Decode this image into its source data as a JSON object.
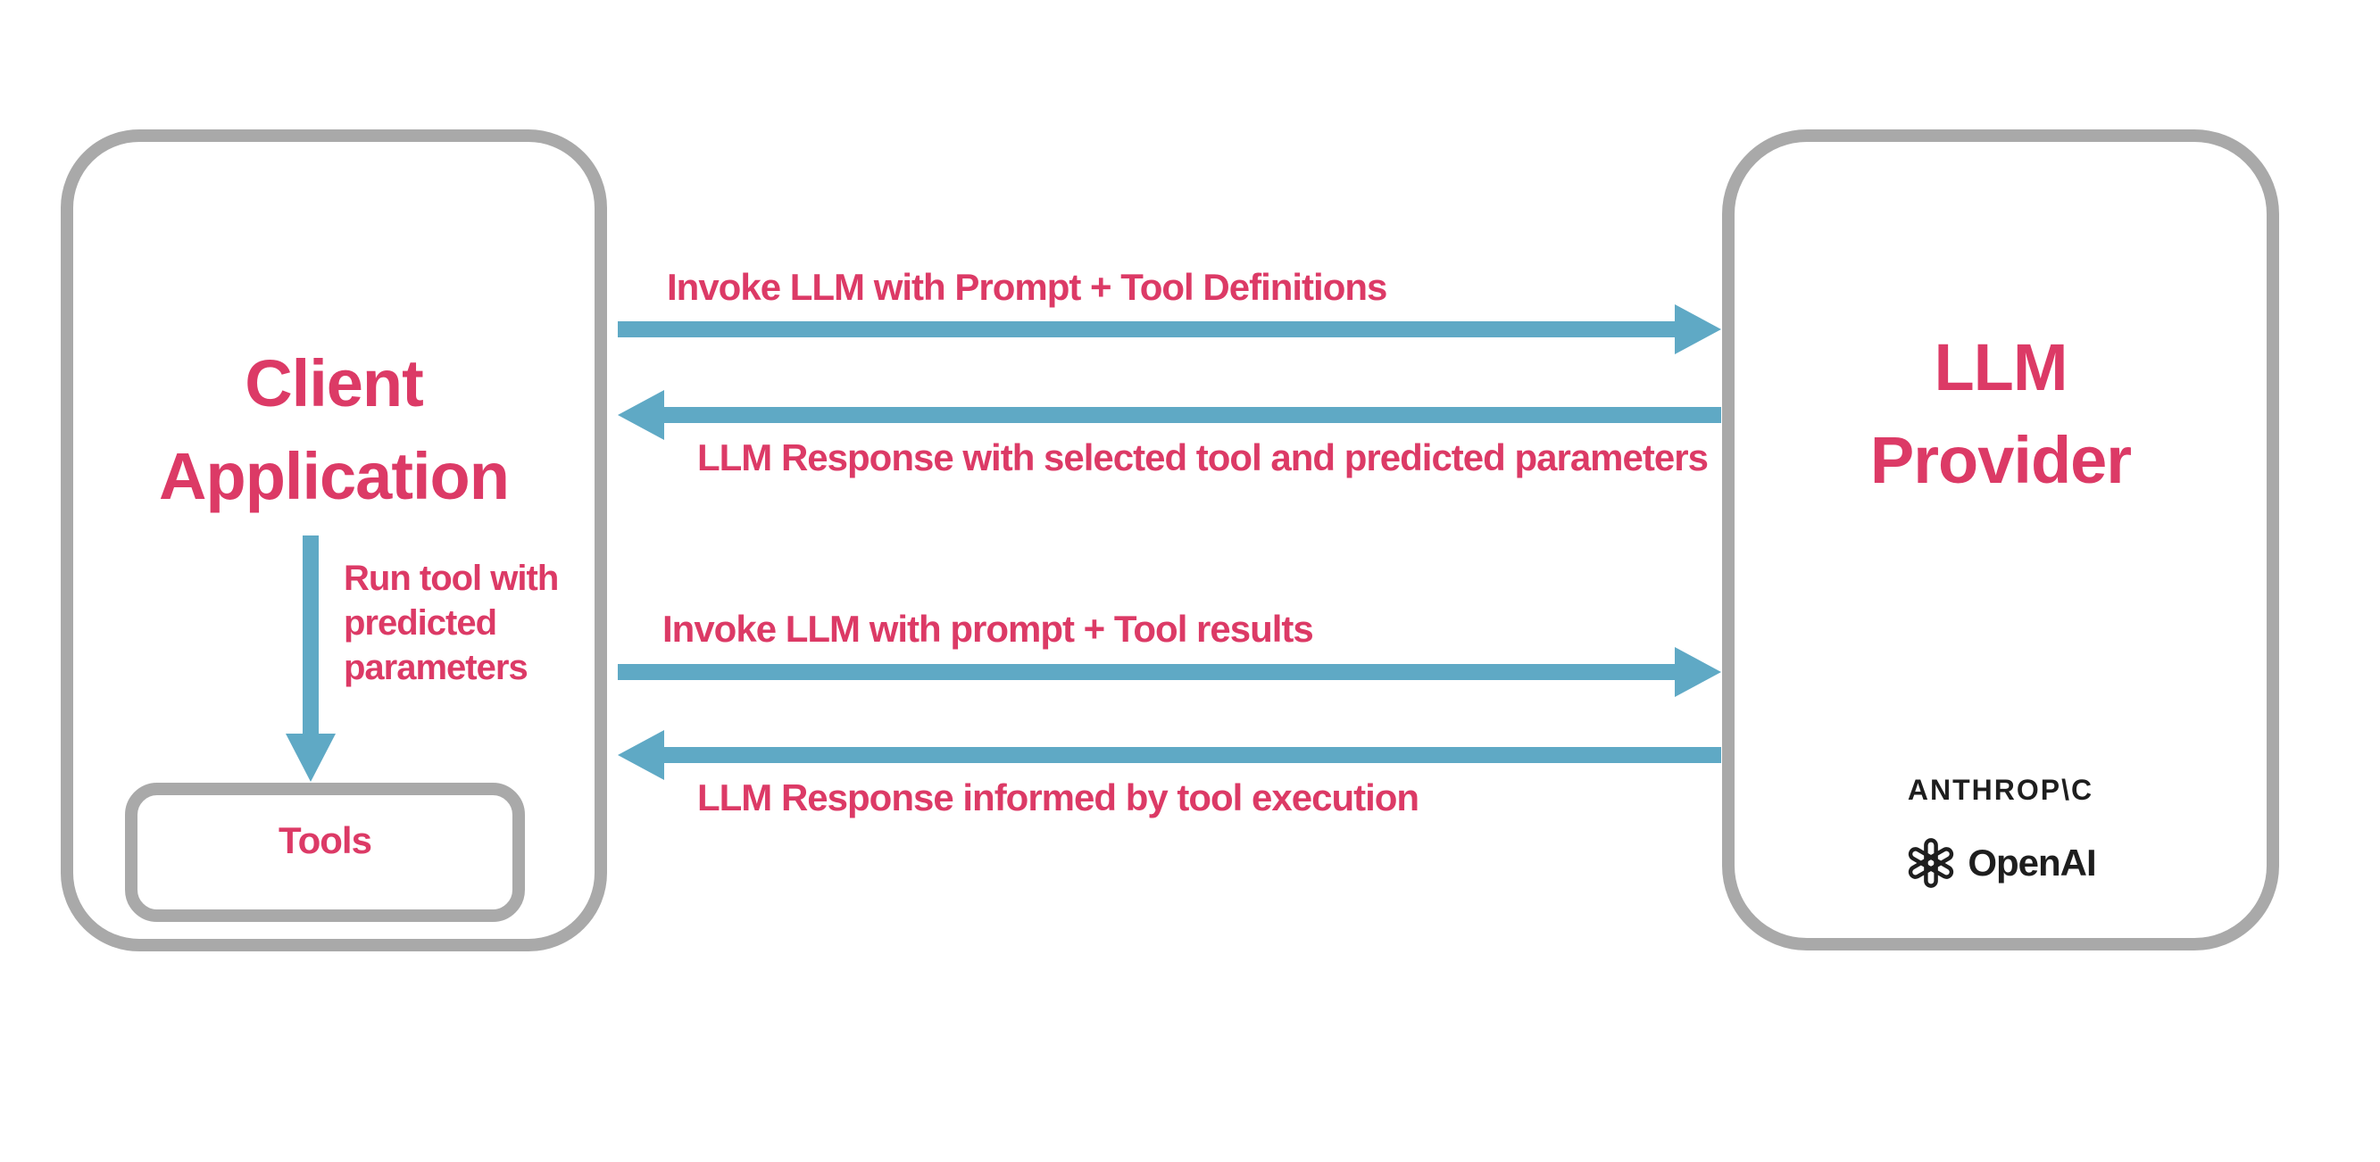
{
  "colors": {
    "pink": "#DC3A66",
    "blue": "#5FA9C5",
    "gray": "#A9A9A9",
    "dark": "#1E1E1E",
    "background": "#FFFFFF"
  },
  "client_box": {
    "title_lines": [
      "Client",
      "Application"
    ],
    "run_tool_label": "Run tool with predicted parameters",
    "tools_label": "Tools"
  },
  "provider_box": {
    "title_lines": [
      "LLM",
      "Provider"
    ],
    "logos": {
      "anthropic_wordmark": "ANTHROP\\C",
      "openai_wordmark": "OpenAI"
    }
  },
  "messages": [
    {
      "label": "Invoke LLM with Prompt + Tool Definitions",
      "direction": "right"
    },
    {
      "label": "LLM Response with selected tool and predicted parameters",
      "direction": "left"
    },
    {
      "label": "Invoke LLM with prompt + Tool results",
      "direction": "right"
    },
    {
      "label": "LLM Response informed by tool execution",
      "direction": "left"
    }
  ]
}
